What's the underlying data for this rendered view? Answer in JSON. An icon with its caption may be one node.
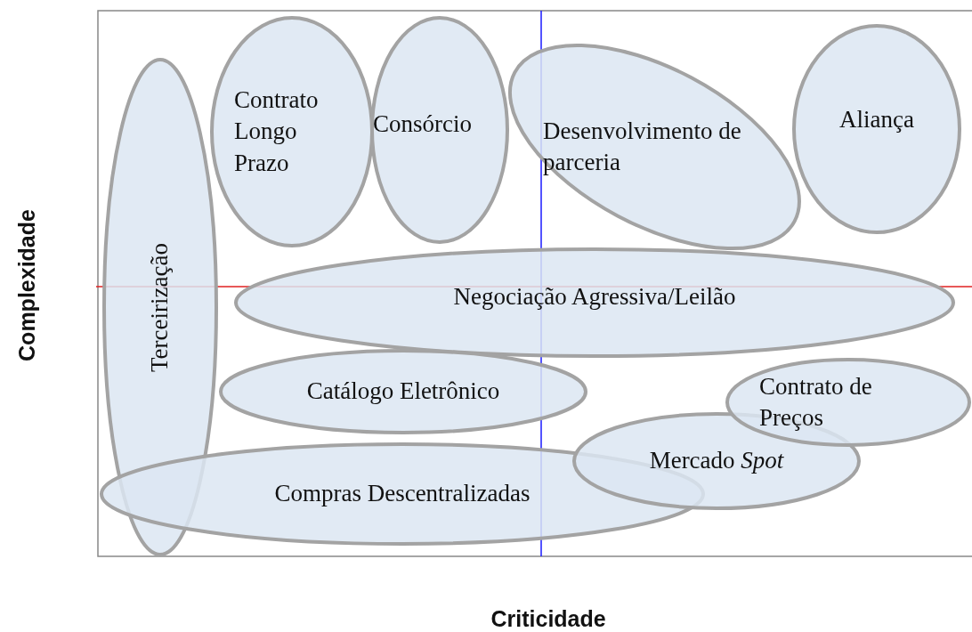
{
  "diagram": {
    "nodes": [
      {
        "text": [
          "Terceirização"
        ]
      },
      {
        "text": [
          "Contrato Longo Prazo"
        ]
      },
      {
        "text": [
          "Consórcio"
        ]
      },
      {
        "text": [
          "Desenvolvimento de parceria"
        ]
      },
      {
        "text": [
          "Aliança"
        ]
      },
      {
        "text": [
          "Negociação Agressiva/Leilão"
        ]
      },
      {
        "text": [
          "Catálogo Eletrônico"
        ]
      },
      {
        "text": [
          "Contrato de Preços"
        ]
      },
      {
        "text": [
          "Mercado *Spot*"
        ]
      },
      {
        "text": [
          "Compras Descentralizadas"
        ]
      }
    ],
    "edges": [],
    "labels": [
      "Complexidade",
      "Criticidade"
    ]
  }
}
